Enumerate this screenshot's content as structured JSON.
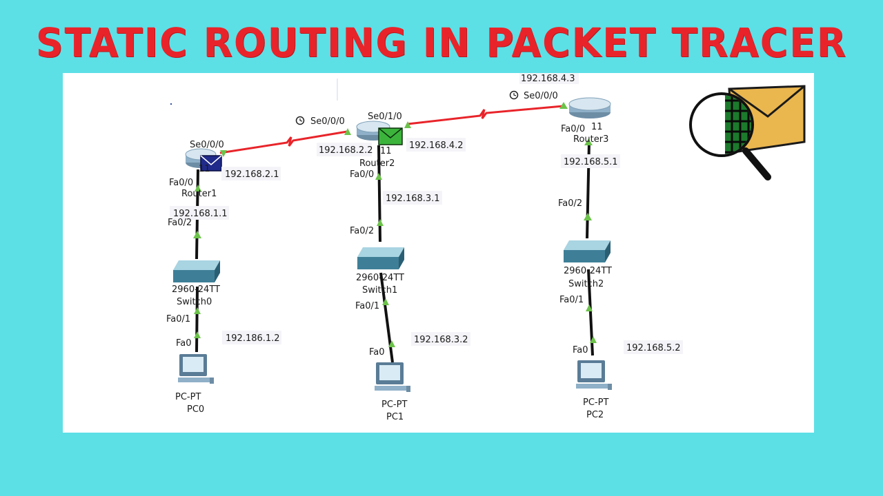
{
  "title": "STATIC ROUTING IN PACKET TRACER",
  "colors": {
    "background": "#5ddfe6",
    "title": "#e8242a",
    "serial_link": "#e8242a",
    "ethernet_link": "#111111",
    "port_indicator": "#6cc24a"
  },
  "routers": [
    {
      "model_suffix": "11",
      "name": "Router1",
      "serial_port": "Se0/0/0",
      "serial_ip": "192.168.2.1",
      "lan_port": "Fa0/0",
      "lan_ip": "192.168.1.1"
    },
    {
      "model_suffix": "11",
      "name": "Router2",
      "serial_port_left": "Se0/0/0",
      "serial_port_right": "Se0/1/0",
      "serial_ip_left": "192.168.2.2",
      "serial_ip_right": "192.168.4.2",
      "lan_port": "Fa0/0",
      "lan_ip": "192.168.3.1"
    },
    {
      "model_suffix": "11",
      "name": "Router3",
      "serial_port": "Se0/0/0",
      "serial_ip": "192.168.4.3",
      "lan_port": "Fa0/0",
      "lan_ip": "192.168.5.1"
    }
  ],
  "switches": [
    {
      "model": "2960-24TT",
      "name": "Switch0",
      "up_port": "Fa0/2",
      "down_port": "Fa0/1"
    },
    {
      "model": "2960-24TT",
      "name": "Switch1",
      "up_port": "Fa0/2",
      "down_port": "Fa0/1"
    },
    {
      "model": "2960-24TT",
      "name": "Switch2",
      "up_port": "Fa0/2",
      "down_port": "Fa0/1"
    }
  ],
  "pcs": [
    {
      "model": "PC-PT",
      "name": "PC0",
      "port": "Fa0",
      "ip": "192.186.1.2"
    },
    {
      "model": "PC-PT",
      "name": "PC1",
      "port": "Fa0",
      "ip": "192.168.3.2"
    },
    {
      "model": "PC-PT",
      "name": "PC2",
      "port": "Fa0",
      "ip": "192.168.5.2"
    }
  ],
  "icons": {
    "clock": "clock-icon",
    "envelope_pdu": "envelope-icon",
    "magnifier": "magnifier-envelope-icon"
  }
}
